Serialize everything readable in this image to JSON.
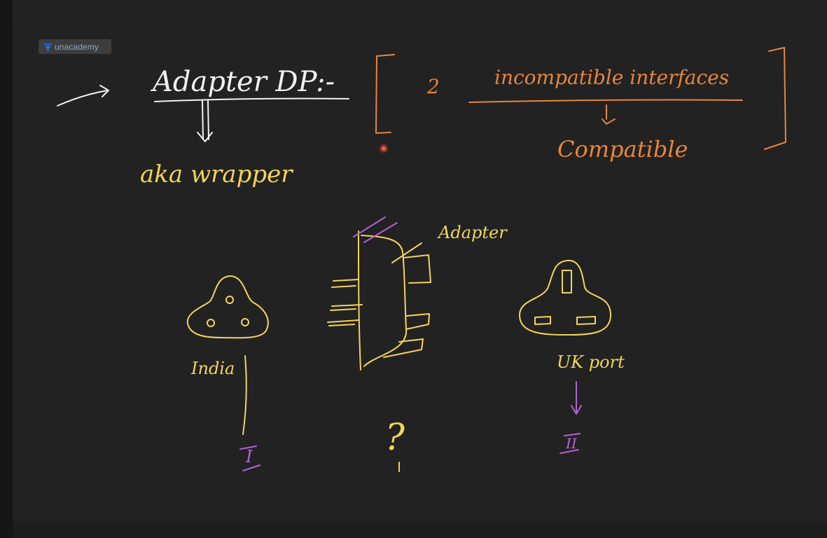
{
  "app": {
    "logo_text": "unacademy"
  },
  "board": {
    "title": "Adapter DP:-",
    "aka_note": "aka wrapper",
    "bracket_number": "2",
    "incompatible_text": "incompatible interfaces",
    "compatible_text": "Compatible",
    "adapter_label": "Adapter",
    "india_label": "India",
    "uk_label": "UK port",
    "question_mark": "?",
    "roman_one": "I",
    "roman_two": "II"
  },
  "colors": {
    "white_ink": "#f1f1f1",
    "yellow_ink": "#f2d55a",
    "orange_ink": "#e8863a",
    "purple_ink": "#b163d6",
    "logo_text": "#8fa9c4",
    "pointer_dot": "#e0453a"
  }
}
